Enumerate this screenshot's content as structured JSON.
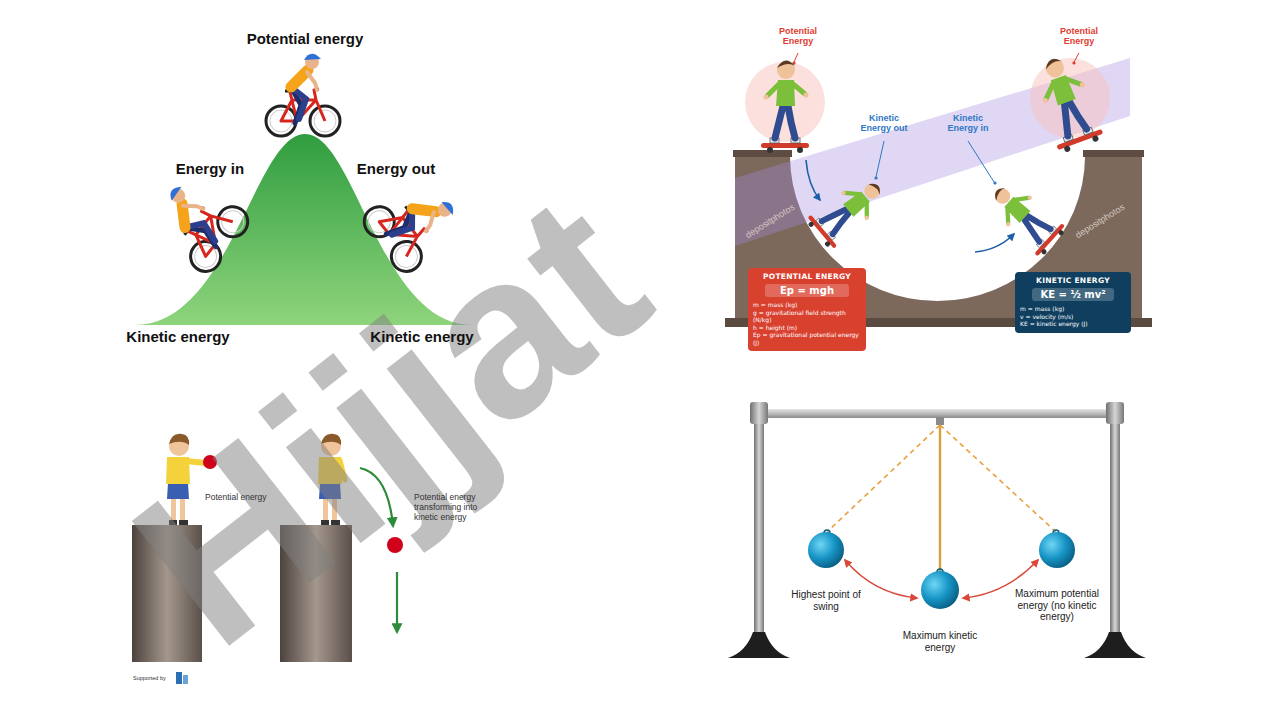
{
  "diagram": {
    "nodes": [
      {
        "text": [
          "POTENTIAL ENERGY",
          "Ep = mgh",
          "m = mass (kg)",
          "g = gravitational field strength (N/kg)",
          "h = height (m)",
          "Ep = gravitational potential energy (J)"
        ]
      },
      {
        "text": [
          "KINETIC ENERGY",
          "KE = ½ mv²",
          "m = mass (kg)",
          "v = velocity (m/s)",
          "KE = kinetic energy (J)"
        ]
      }
    ],
    "labels": [
      "Potential energy",
      "Energy in",
      "Energy out",
      "Kinetic energy",
      "Kinetic energy",
      "Potential Energy",
      "Kinetic Energy out",
      "Kinetic Energy in",
      "Potential Energy",
      "depositphotos",
      "depositphotos",
      "Potential energy",
      "Potential energy transforming into kinetic energy",
      "Supported by",
      "Highest point of swing",
      "Maximum kinetic energy",
      "Maximum potential energy (no kinetic energy)",
      "Hijjat"
    ]
  }
}
